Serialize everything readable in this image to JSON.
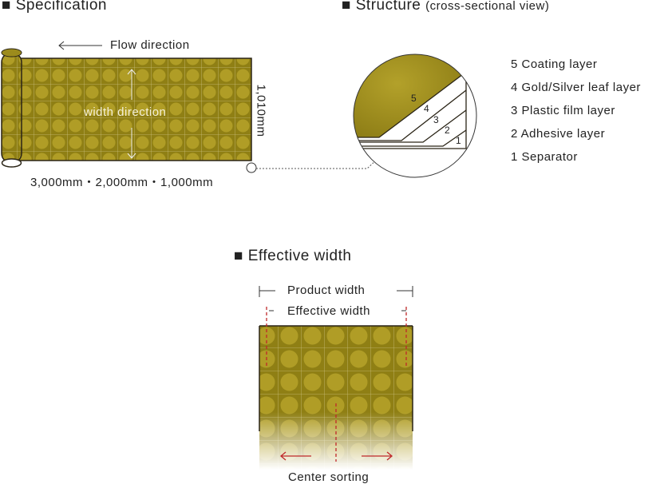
{
  "spec": {
    "heading": "■ Specification",
    "flow": "Flow direction",
    "width_dir": "width direction",
    "height": "1,010mm",
    "lengths": "3,000mm・2,000mm・1,000mm"
  },
  "structure": {
    "heading": "■ Structure",
    "sub": "(cross-sectional view)",
    "layers": [
      "5 Coating layer",
      "4 Gold/Silver leaf layer",
      "3 Plastic film layer",
      "2 Adhesive layer",
      "1 Separator"
    ],
    "numbers": [
      "5",
      "4",
      "3",
      "2",
      "1"
    ]
  },
  "effective": {
    "heading": "■ Effective width",
    "product": "Product width",
    "effective": "Effective width",
    "center": "Center sorting"
  },
  "colors": {
    "gold": "#a8961f",
    "dark": "#2a2416",
    "red": "#c0282a"
  }
}
